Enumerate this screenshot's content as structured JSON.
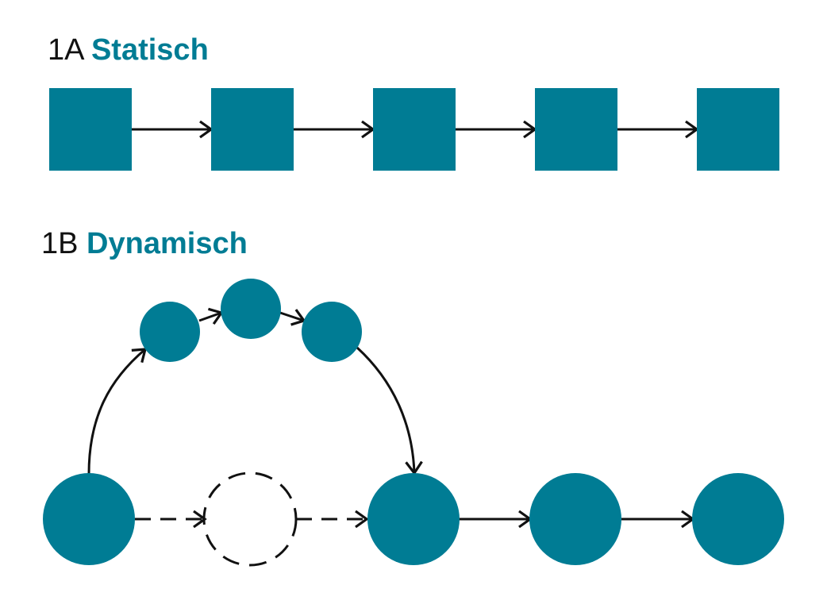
{
  "colors": {
    "accent": "#007c94",
    "arrow": "#111111",
    "text": "#111111",
    "background": "#ffffff"
  },
  "section_a": {
    "number": "1A",
    "title": "Statisch",
    "node_shape": "square",
    "node_count": 5,
    "links": [
      [
        0,
        1
      ],
      [
        1,
        2
      ],
      [
        2,
        3
      ],
      [
        3,
        4
      ]
    ]
  },
  "section_b": {
    "number": "1B",
    "title": "Dynamisch",
    "nodes": [
      {
        "id": "start",
        "kind": "large-filled"
      },
      {
        "id": "skipped",
        "kind": "large-dashed"
      },
      {
        "id": "join",
        "kind": "large-filled"
      },
      {
        "id": "next",
        "kind": "large-filled"
      },
      {
        "id": "end",
        "kind": "large-filled"
      },
      {
        "id": "detour-1",
        "kind": "small-filled"
      },
      {
        "id": "detour-2",
        "kind": "small-filled"
      },
      {
        "id": "detour-3",
        "kind": "small-filled"
      }
    ],
    "links": [
      {
        "from": "start",
        "to": "skipped",
        "style": "dashed"
      },
      {
        "from": "skipped",
        "to": "join",
        "style": "dashed"
      },
      {
        "from": "start",
        "to": "detour-1",
        "style": "solid-curved"
      },
      {
        "from": "detour-1",
        "to": "detour-2",
        "style": "solid"
      },
      {
        "from": "detour-2",
        "to": "detour-3",
        "style": "solid"
      },
      {
        "from": "detour-3",
        "to": "join",
        "style": "solid-curved"
      },
      {
        "from": "join",
        "to": "next",
        "style": "solid"
      },
      {
        "from": "next",
        "to": "end",
        "style": "solid"
      }
    ]
  }
}
